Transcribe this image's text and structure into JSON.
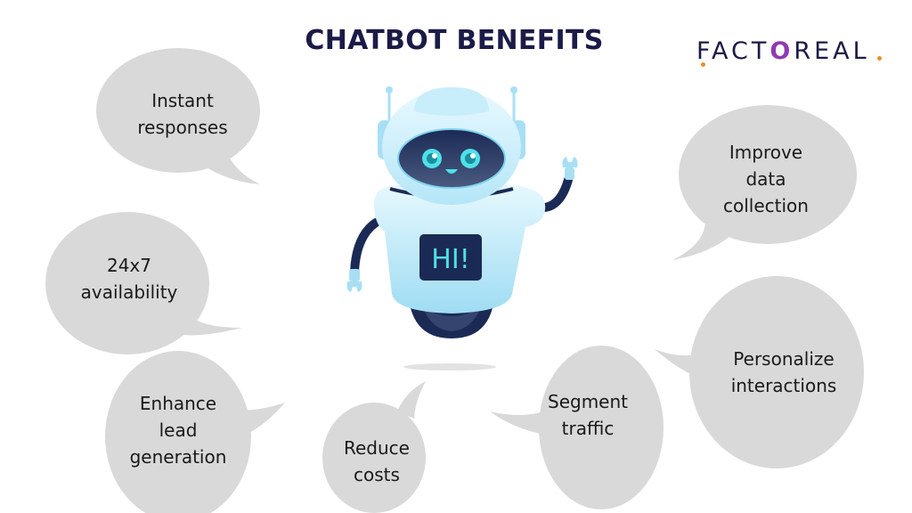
{
  "header": {
    "title": "CHATBOT BENEFITS"
  },
  "brand": {
    "logo_text_pre": "FACT",
    "logo_text_o": "O",
    "logo_text_post": "REAL",
    "colors": {
      "navy": "#1c1a47",
      "accent_orange": "#f28c28",
      "accent_purple": "#8e3bb0"
    }
  },
  "robot": {
    "chest_text": "HI!",
    "colors": {
      "body_light": "#d9f3fd",
      "body_mid": "#a8dff5",
      "dark": "#1b2a55",
      "eye": "#4fe0e8"
    }
  },
  "bubbles": [
    {
      "id": "instant-responses",
      "text": "Instant\nresponses"
    },
    {
      "id": "availability",
      "text": "24x7\navailability"
    },
    {
      "id": "lead-generation",
      "text": "Enhance\nlead\ngeneration"
    },
    {
      "id": "reduce-costs",
      "text": "Reduce\ncosts"
    },
    {
      "id": "segment-traffic",
      "text": "Segment\ntraffic"
    },
    {
      "id": "personalize",
      "text": "Personalize\ninteractions"
    },
    {
      "id": "data-collection",
      "text": "Improve\ndata\ncollection"
    }
  ],
  "bubble_color": "#d9d9d9"
}
